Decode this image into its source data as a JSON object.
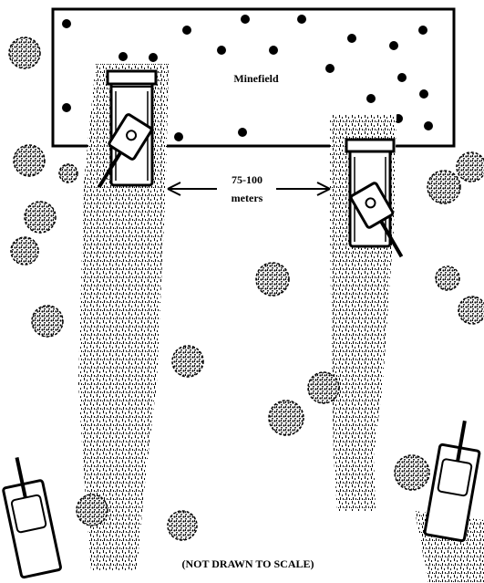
{
  "diagram": {
    "minefield_label": "Minefield",
    "distance_label_line1": "75-100",
    "distance_label_line2": "meters",
    "scale_note": "(NOT DRAWN TO SCALE)"
  },
  "colors": {
    "ink": "#000000",
    "paper": "#ffffff"
  },
  "icons": {
    "vehicle": "tank-with-mine-plow-icon",
    "obstacle": "tree-bush-icon",
    "mine": "mine-dot-icon",
    "dust": "dust-trail"
  }
}
